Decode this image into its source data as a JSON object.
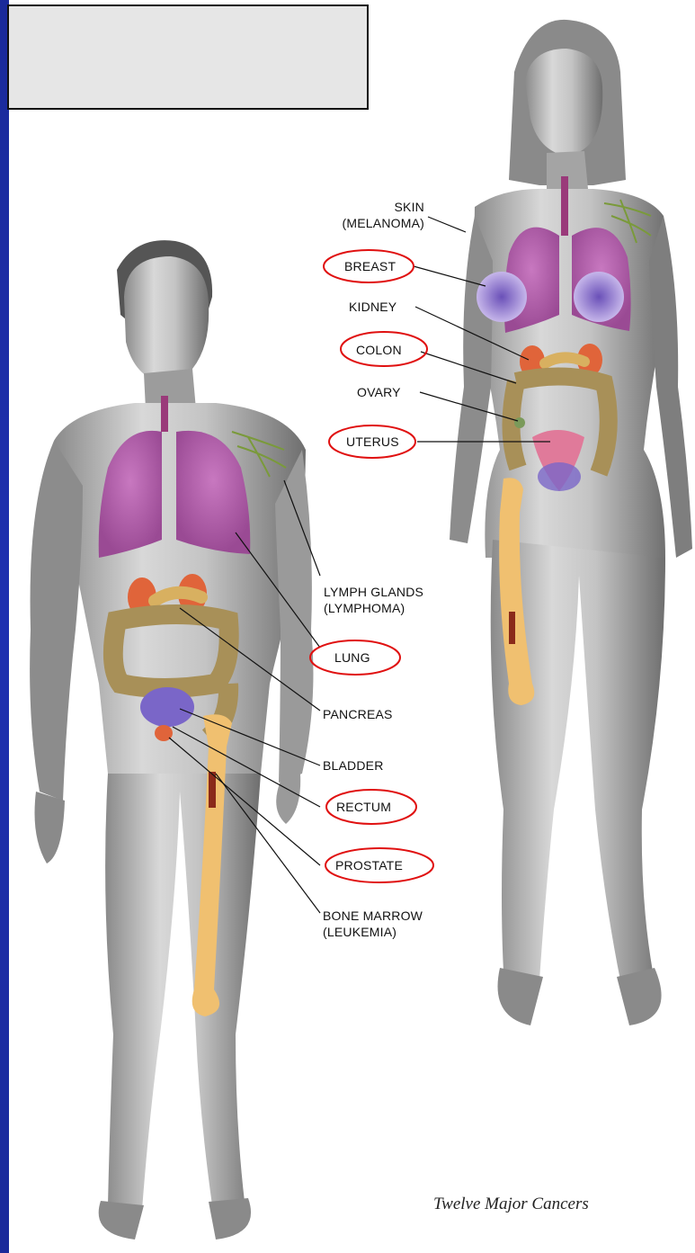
{
  "caption": "Twelve Major Cancers",
  "labels": {
    "skin": "SKIN",
    "skin_note": "(MELANOMA)",
    "breast": "BREAST",
    "kidney": "KIDNEY",
    "colon": "COLON",
    "ovary": "OVARY",
    "uterus": "UTERUS",
    "lymph": "LYMPH GLANDS",
    "lymph_note": "(LYMPHOMA)",
    "lung": "LUNG",
    "pancreas": "PANCREAS",
    "bladder": "BLADDER",
    "rectum": "RECTUM",
    "prostate": "PROSTATE",
    "bone": "BONE MARROW",
    "bone_note": "(LEUKEMIA)"
  },
  "highlighted": [
    "BREAST",
    "COLON",
    "UTERUS",
    "LUNG",
    "RECTUM",
    "PROSTATE"
  ],
  "colors": {
    "background": "#1a2a9a",
    "highlight_ring": "#e01010",
    "lung": "#b05aa8",
    "kidney": "#e0643a",
    "bone": "#f0c070",
    "bladder": "#7a66c8"
  }
}
